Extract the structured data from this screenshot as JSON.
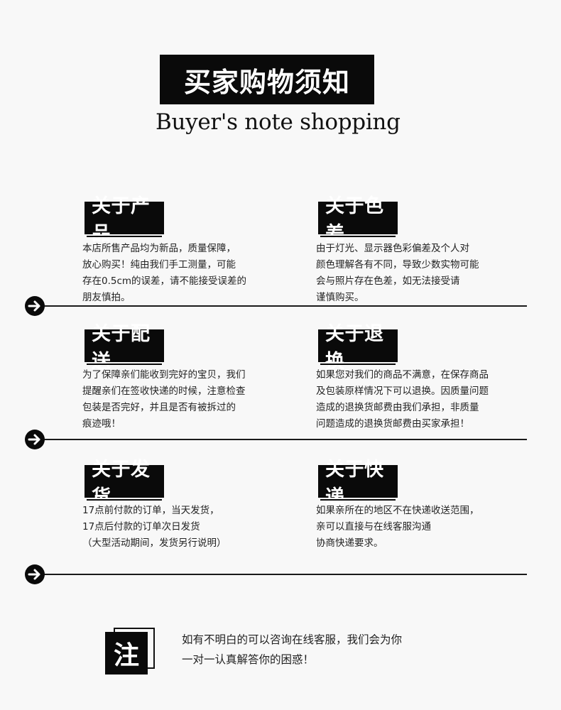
{
  "header": {
    "title": "买家购物须知",
    "subtitle": "Buyer's note shopping"
  },
  "sections": [
    {
      "label": "关于产品",
      "lines": [
        "本店所售产品均为新品，质量保障，",
        "放心购买！纯由我们手工测量，可能",
        "存在0.5cm的误差，请不能接受误差的",
        "朋友慎拍。"
      ]
    },
    {
      "label": "关于色差",
      "lines": [
        "由于灯光、显示器色彩偏差及个人对",
        "颜色理解各有不同，导致少数实物可能",
        "会与照片存在色差，如无法接受请",
        "谨慎购买。"
      ]
    },
    {
      "label": "关于配送",
      "lines": [
        "为了保障亲们能收到完好的宝贝，我们",
        "提醒亲们在签收快递的时候，注意检查",
        "包装是否完好，并且是否有被拆过的",
        "痕迹哦！"
      ]
    },
    {
      "label": "关于退换",
      "lines": [
        "如果您对我们的商品不满意，在保存商品",
        "及包装原样情况下可以退换。因质量问题",
        "造成的退换货邮费由我们承担，非质量",
        "问题造成的退换货邮费由买家承担！"
      ]
    },
    {
      "label": "关于发货",
      "lines": [
        "17点前付款的订单，当天发货，",
        "17点后付款的订单次日发货",
        "（大型活动期间，发货另行说明）"
      ]
    },
    {
      "label": "关于快递",
      "lines": [
        "如果亲所在的地区不在快递收送范围，",
        "亲可以直接与在线客服沟通",
        "协商快递要求。"
      ]
    }
  ],
  "note": {
    "icon_char": "注",
    "lines": [
      "如有不明白的可以咨询在线客服，我们会为你",
      "一对一认真解答你的困惑！"
    ]
  },
  "colors": {
    "background": "#f8f8f8",
    "accent": "#0a0a0a",
    "label_text": "#ffffff"
  },
  "icons": {
    "divider": "arrow-right-circle-icon"
  }
}
